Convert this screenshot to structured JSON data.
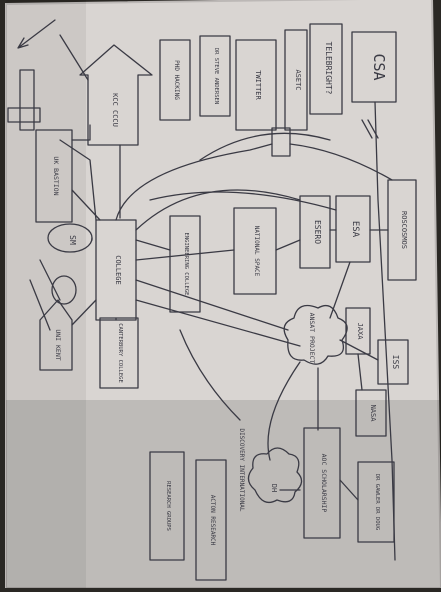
{
  "colors": {
    "background": "#2a2824",
    "paper": "#dcd8d4",
    "ink": "#3a3a44"
  },
  "labels": {
    "csa": "CSA",
    "telebright": "TELEBRIGHT?",
    "asetc": "ASETC",
    "twitter": "TWITTER",
    "dr_steve": "DR STEVE ANDERSEN",
    "phd_hacking": "PHD HACKING",
    "roscosmos": "ROSCOSMOS",
    "esa": "ESA",
    "esero": "ESERO",
    "national_space": "NATIONAL SPACE",
    "engineering_college": "ENGINEERING COLLEGE",
    "college": "COLLEGE",
    "kcc": "KCC CCCU",
    "uk_bastion": "UK BASTION",
    "sm": "SM",
    "uni_kent": "UNI KENT",
    "canterbury_college": "CANTERBURY COLLEGE",
    "ansat": "ANSAT PROJECT",
    "iss": "ISS",
    "jaxa": "JAXA",
    "nasa": "NASA",
    "aoc": "AOC SCHOLARSHIP",
    "dr_gawler": "DR GAWLER DR DOUG",
    "research_group": "RESEARCH GROUPS",
    "acton_research": "ACTON RESEARCH",
    "dh": "DH",
    "discovery": "DISCOVERY INTERNATIONAL"
  }
}
